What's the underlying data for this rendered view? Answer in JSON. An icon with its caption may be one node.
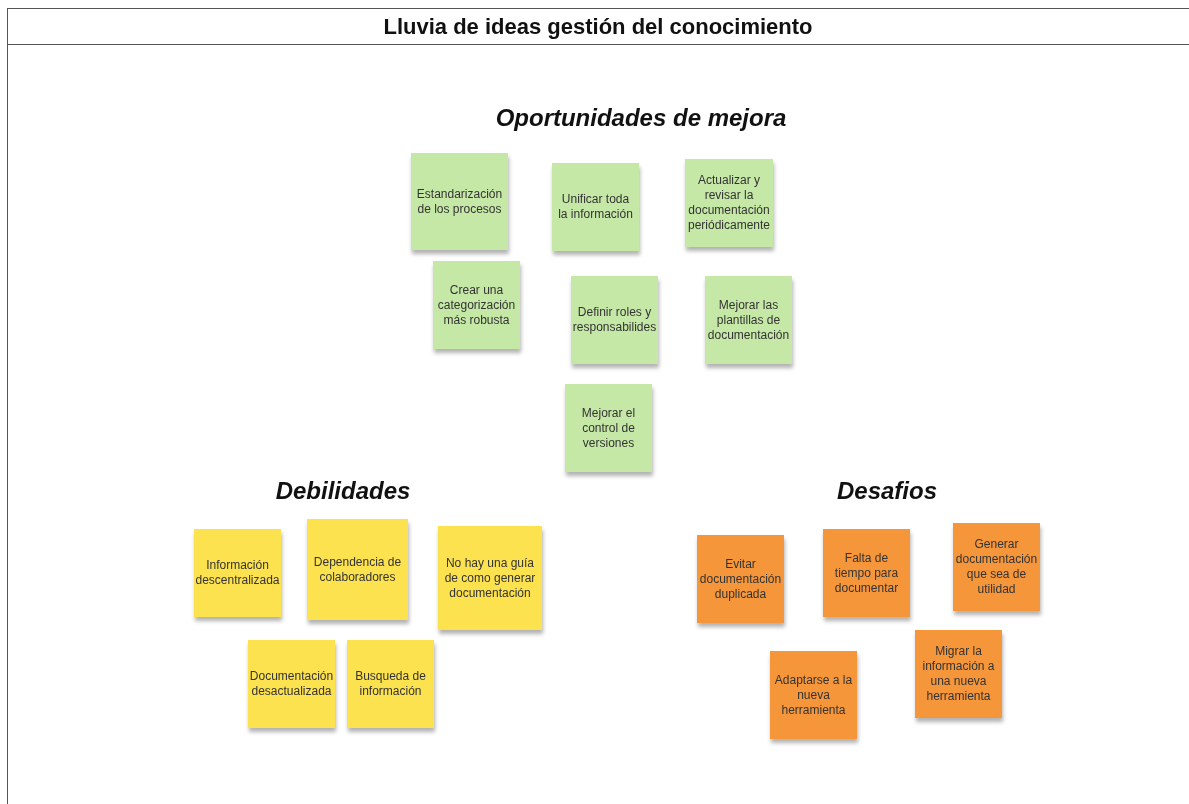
{
  "diagram": {
    "title": "Lluvia de ideas gestión del conocimiento",
    "nodes": [
      {
        "text": [
          "Estandarización de los procesos"
        ]
      },
      {
        "text": [
          "Unificar toda la información"
        ]
      },
      {
        "text": [
          "Actualizar y revisar la documentación periódicamente"
        ]
      },
      {
        "text": [
          "Crear una categorización más robusta"
        ]
      },
      {
        "text": [
          "Definir roles y responsabilides"
        ]
      },
      {
        "text": [
          "Mejorar las plantillas de documentación"
        ]
      },
      {
        "text": [
          "Mejorar el control de versiones"
        ]
      },
      {
        "text": [
          "Información descentralizada"
        ]
      },
      {
        "text": [
          "Dependencia de colaboradores"
        ]
      },
      {
        "text": [
          "No hay una guía de como generar documentación"
        ]
      },
      {
        "text": [
          "Documentación desactualizada"
        ]
      },
      {
        "text": [
          "Busqueda de información"
        ]
      },
      {
        "text": [
          "Evitar documentación duplicada"
        ]
      },
      {
        "text": [
          "Falta de tiempo para documentar"
        ]
      },
      {
        "text": [
          "Generar documentación que sea de utilidad"
        ]
      },
      {
        "text": [
          "Migrar la información a una nueva herramienta"
        ]
      },
      {
        "text": [
          "Adaptarse a la nueva herramienta"
        ]
      }
    ],
    "edges": [],
    "labels": [
      "Oportunidades de mejora",
      "Debilidades",
      "Desafios"
    ]
  }
}
